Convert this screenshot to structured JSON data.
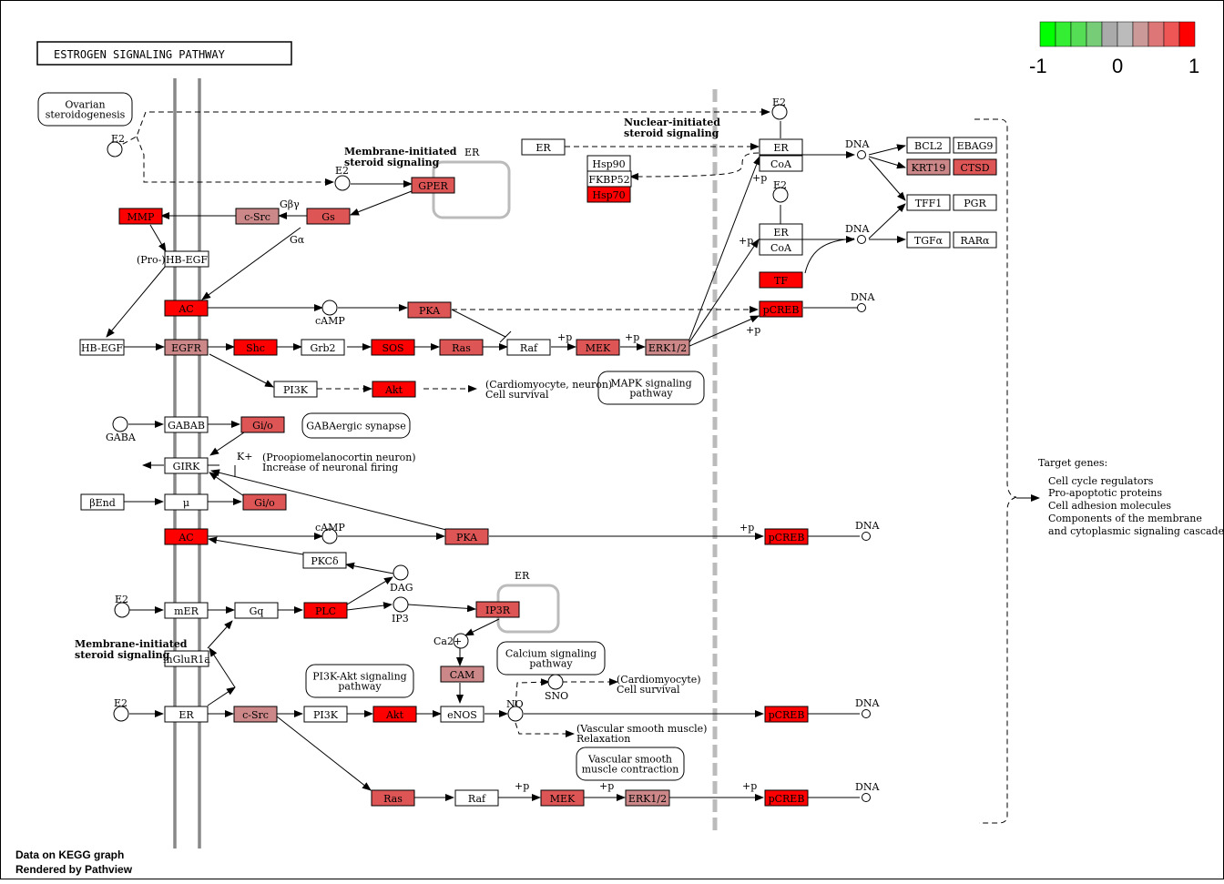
{
  "title": "ESTROGEN SIGNALING PATHWAY",
  "footer": {
    "line1": "Data on KEGG graph",
    "line2": "Rendered by Pathview"
  },
  "legend": {
    "ticks": [
      "-1",
      "0",
      "1"
    ],
    "colors": [
      "#00ff00",
      "#33ee33",
      "#55dd55",
      "#77cc77",
      "#aaaaaa",
      "#bbbbbb",
      "#cc9999",
      "#dd7777",
      "#ee5555",
      "#ff0000"
    ]
  },
  "colors": {
    "white": "#ffffff",
    "red": "#ff0000",
    "r1": "#ee2222",
    "r2": "#dd5555",
    "r3": "#cc8888",
    "mem": "#888888",
    "er_box": "#bbbbbb",
    "nuc": "#bbbbbb"
  },
  "nodes": [
    {
      "label": "MMP",
      "c": "red"
    },
    {
      "label": "c-Src",
      "c": "r3"
    },
    {
      "label": "Gs",
      "c": "r2"
    },
    {
      "label": "GPER",
      "c": "r2"
    },
    {
      "label": "HB-EGF",
      "c": "white"
    },
    {
      "label": "AC",
      "c": "red"
    },
    {
      "label": "PKA",
      "c": "r2"
    },
    {
      "label": "HB-EGF",
      "c": "white"
    },
    {
      "label": "EGFR",
      "c": "r3"
    },
    {
      "label": "Shc",
      "c": "red"
    },
    {
      "label": "Grb2",
      "c": "white"
    },
    {
      "label": "SOS",
      "c": "red"
    },
    {
      "label": "Ras",
      "c": "r2"
    },
    {
      "label": "Raf",
      "c": "white"
    },
    {
      "label": "MEK",
      "c": "r2"
    },
    {
      "label": "ERK1/2",
      "c": "r3"
    },
    {
      "label": "PI3K",
      "c": "white"
    },
    {
      "label": "Akt",
      "c": "red"
    },
    {
      "label": "GABAB",
      "c": "white"
    },
    {
      "label": "Gi/o",
      "c": "r2"
    },
    {
      "label": "GIRK",
      "c": "white"
    },
    {
      "label": "βEnd",
      "c": "white"
    },
    {
      "label": "μ",
      "c": "white"
    },
    {
      "label": "Gi/o",
      "c": "r2"
    },
    {
      "label": "AC",
      "c": "red"
    },
    {
      "label": "PKA",
      "c": "r2"
    },
    {
      "label": "pCREB",
      "c": "red"
    },
    {
      "label": "PKCδ",
      "c": "white"
    },
    {
      "label": "mER",
      "c": "white"
    },
    {
      "label": "Gq",
      "c": "white"
    },
    {
      "label": "PLC",
      "c": "red"
    },
    {
      "label": "IP3R",
      "c": "r2"
    },
    {
      "label": "mGluR1a",
      "c": "white"
    },
    {
      "label": "CAM",
      "c": "r3"
    },
    {
      "label": "ER",
      "c": "white"
    },
    {
      "label": "c-Src",
      "c": "r3"
    },
    {
      "label": "PI3K",
      "c": "white"
    },
    {
      "label": "Akt",
      "c": "red"
    },
    {
      "label": "eNOS",
      "c": "white"
    },
    {
      "label": "pCREB",
      "c": "red"
    },
    {
      "label": "Ras",
      "c": "r2"
    },
    {
      "label": "Raf",
      "c": "white"
    },
    {
      "label": "MEK",
      "c": "r2"
    },
    {
      "label": "ERK1/2",
      "c": "r3"
    },
    {
      "label": "pCREB",
      "c": "red"
    },
    {
      "label": "ER",
      "c": "white"
    },
    {
      "label": "Hsp90",
      "c": "white"
    },
    {
      "label": "FKBP52",
      "c": "white"
    },
    {
      "label": "Hsp70",
      "c": "red"
    },
    {
      "label": "ER",
      "c": "white"
    },
    {
      "label": "CoA",
      "c": "white"
    },
    {
      "label": "ER",
      "c": "white"
    },
    {
      "label": "CoA",
      "c": "white"
    },
    {
      "label": "TF",
      "c": "red"
    },
    {
      "label": "pCREB",
      "c": "red"
    },
    {
      "label": "BCL2",
      "c": "white"
    },
    {
      "label": "EBAG9",
      "c": "white"
    },
    {
      "label": "KRT19",
      "c": "r3"
    },
    {
      "label": "CTSD",
      "c": "r2"
    },
    {
      "label": "TFF1",
      "c": "white"
    },
    {
      "label": "PGR",
      "c": "white"
    },
    {
      "label": "TGFα",
      "c": "white"
    },
    {
      "label": "RARα",
      "c": "white"
    }
  ],
  "pathway_boxes": [
    {
      "lines": [
        "Ovarian",
        "steroidogenesis"
      ]
    },
    {
      "lines": [
        "MAPK signaling",
        "pathway"
      ]
    },
    {
      "lines": [
        "GABAergic synapse"
      ]
    },
    {
      "lines": [
        "Calcium signaling",
        "pathway"
      ]
    },
    {
      "lines": [
        "PI3K-Akt signaling",
        "pathway"
      ]
    },
    {
      "lines": [
        "Vascular smooth",
        "muscle contraction"
      ]
    }
  ],
  "compounds": [
    "E2",
    "E2",
    "cAMP",
    "GABA",
    "cAMP",
    "DAG",
    "E2",
    "IP3",
    "Ca2+",
    "E2",
    "NO",
    "SNO",
    "E2",
    "E2",
    "DNA",
    "DNA",
    "DNA",
    "DNA",
    "DNA",
    "DNA",
    "DNA"
  ],
  "labels": {
    "er_top": "ER",
    "er_mid": "ER",
    "mem_init_top": [
      "Membrane-initiated",
      "steroid signaling"
    ],
    "mem_init_bot": [
      "Membrane-initiated",
      "steroid signaling"
    ],
    "nuc_init": [
      "Nuclear-initiated",
      "steroid signaling"
    ],
    "gby": "Gβγ",
    "ga": "Gα",
    "pro": "(Pro-)",
    "cardio1": [
      "(Cardiomyocyte, neuron)",
      "Cell survival"
    ],
    "propio": [
      "(Proopiomelanocortin neuron)",
      "Increase of neuronal  firing"
    ],
    "kplus": "K+",
    "cardio2": [
      "(Cardiomyocyte)",
      "Cell survival"
    ],
    "vsm": [
      "(Vascular smooth muscle)",
      "Relaxation"
    ],
    "target": [
      "Target genes:",
      "Cell cycle regulators",
      "Pro-apoptotic proteins",
      "Cell adhesion molecules",
      "Components of the membrane",
      "  and cytoplasmic signaling cascade"
    ],
    "plusp": "+p"
  }
}
